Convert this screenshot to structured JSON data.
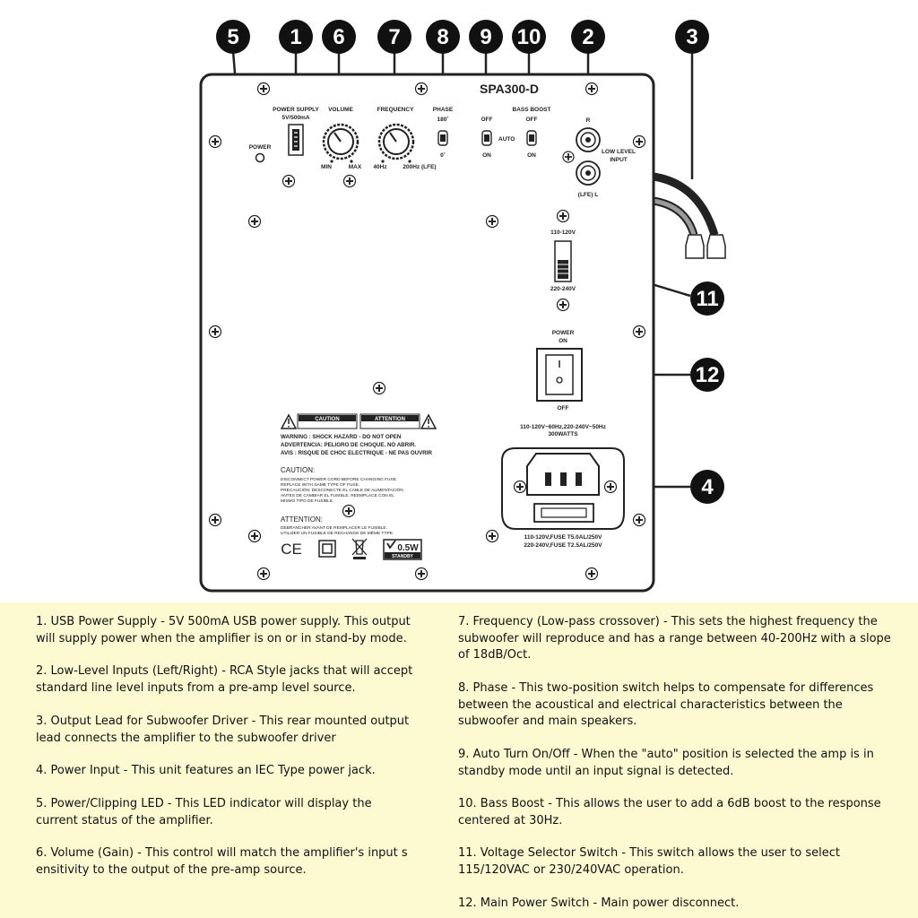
{
  "panel": {
    "model": "SPA300-D",
    "power_led_label": "POWER",
    "usb_label_line1": "POWER SUPPLY",
    "usb_label_line2": "5V/500mA",
    "volume_label": "VOLUME",
    "volume_min": "MIN",
    "volume_max": "MAX",
    "frequency_label": "FREQUENCY",
    "frequency_min": "40Hz",
    "frequency_max": "200Hz (LFE)",
    "phase_label": "PHASE",
    "phase_top": "180˚",
    "phase_bottom": "0˚",
    "auto_off": "OFF",
    "auto_label": "AUTO",
    "auto_on": "ON",
    "bass_boost_label": "BASS BOOST",
    "bass_off": "OFF",
    "bass_on": "ON",
    "rca_right": "R",
    "rca_left": "(LFE) L",
    "low_level_line1": "LOW LEVEL",
    "low_level_line2": "INPUT",
    "voltage_top": "110-120V",
    "voltage_bottom": "220-240V",
    "power_on_line1": "POWER",
    "power_on_line2": "ON",
    "power_off": "OFF",
    "rating_line1": "110-120V~60Hz,220-240V~50Hz",
    "rating_line2": "300WATTS",
    "fuse_line1": "110-120V,FUSE T5.0AL/250V",
    "fuse_line2": "220-240V,FUSE T2.5AL/250V",
    "caution_badge": "CAUTION",
    "attention_badge": "ATTENTION",
    "warning_line1": "WARNING : SHOCK HAZARD - DO NOT OPEN",
    "warning_line2": "ADVERTENCIA: PELIGRO DE CHOQUE. NO ABRIR.",
    "warning_line3": "AVIS : RISQUE DE CHOC ELECTRIQUE - NE PAS OUVRIR",
    "caution_title": "CAUTION:",
    "caution_text1": "DISCONNECT POWER CORD BEFORE CHANGING FUSE.",
    "caution_text2": "REPLACE WITH SAME TYPE OF FUSE.",
    "caution_text3": "PRECAUCIÓN: DESCONECTE EL CABLE DE ALIMENTACIÓN",
    "caution_text4": "ANTES DE CAMBIAR EL FUSIBLE. REEMPLACE CON EL",
    "caution_text5": "MISMO TIPO DE FUSIBLE.",
    "attention_title": "ATTENTION:",
    "attention_text1": "DEBRANCHER AVANT DE REMPLACER LE FUSIBLE.",
    "attention_text2": "UTILIZER UN FUSIBLE DE RECHANGE DE MÊME TYPE.",
    "ce_mark": "CE",
    "standby_value": "0.5W",
    "standby_label": "STANDBY"
  },
  "callouts": [
    "5",
    "1",
    "6",
    "7",
    "8",
    "9",
    "10",
    "2",
    "3",
    "11",
    "12",
    "4"
  ],
  "legend": {
    "left": [
      "1. USB Power Supply - 5V 500mA USB power supply. This output will supply power when the amplifier is on or in stand-by mode.",
      "2. Low-Level Inputs (Left/Right) - RCA Style jacks that will accept standard line level inputs from a pre-amp level source.",
      "3. Output Lead for Subwoofer Driver - This rear mounted output lead connects the amplifier to the subwoofer driver",
      "4. Power Input - This unit features an IEC Type power jack.",
      "5. Power/Clipping LED - This LED indicator will display the current status of the amplifier.",
      "6. Volume (Gain) - This control will match the amplifier's input s ensitivity to the output of the pre-amp source."
    ],
    "right": [
      "7. Frequency (Low-pass crossover) - This sets the highest frequency the subwoofer will reproduce and has a range between 40-200Hz with a slope of 18dB/Oct.",
      "8. Phase - This two-position switch helps to compensate for differences between the acoustical and electrical characteristics between the subwoofer and main speakers.",
      "9. Auto Turn On/Off - When the \"auto\" position is selected the amp is in standby mode until an input signal is detected.",
      "10. Bass Boost - This allows the user to add a 6dB boost to the response centered at 30Hz.",
      "11. Voltage Selector Switch - This switch allows the user to select 115/120VAC or 230/240VAC operation.",
      "12. Main Power Switch - Main power disconnect."
    ]
  }
}
